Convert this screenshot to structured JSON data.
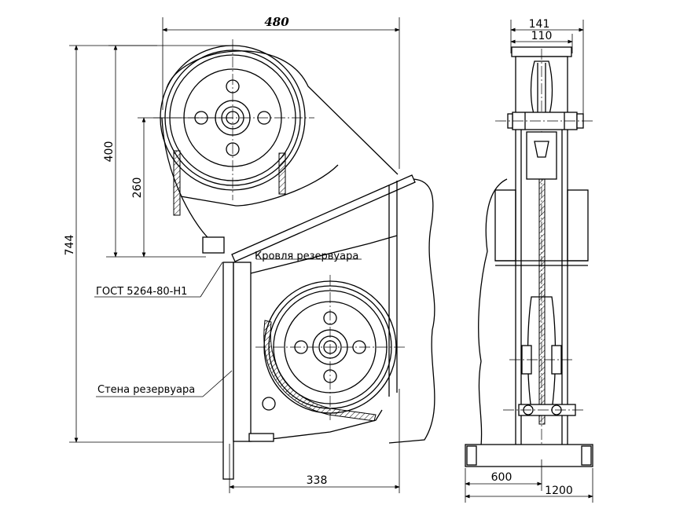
{
  "dimensions": {
    "front_width": "480",
    "total_height": "744",
    "upper_height": "400",
    "pulley_height": "260",
    "bottom_width": "338",
    "side_top_outer": "141",
    "side_top_inner": "110",
    "base_half": "600",
    "base_full": "1200"
  },
  "labels": {
    "roof": "Кровля резервуара",
    "gost": "ГОСТ 5264-80-Н1",
    "wall": "Стена резервуара"
  }
}
